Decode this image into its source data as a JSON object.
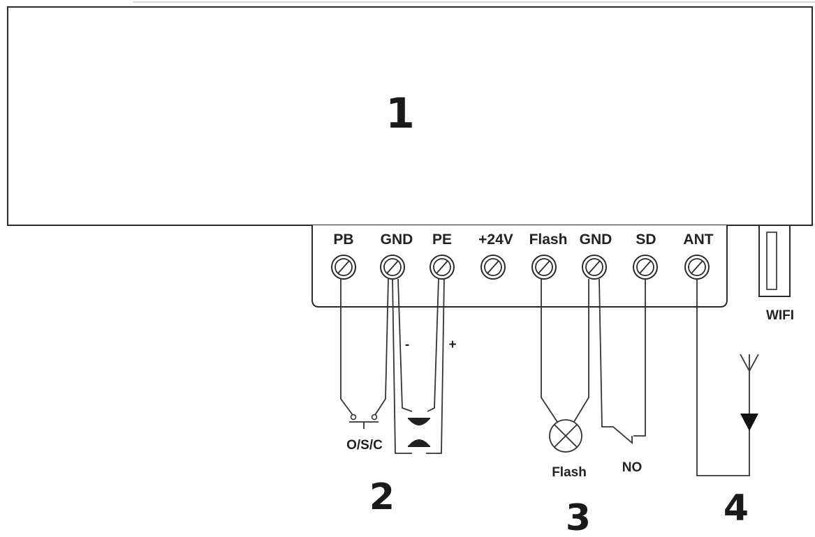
{
  "controller": {
    "label": "1"
  },
  "terminals": [
    {
      "id": "pb",
      "label": "PB"
    },
    {
      "id": "gnd1",
      "label": "GND"
    },
    {
      "id": "pe",
      "label": "PE"
    },
    {
      "id": "v24",
      "label": "+24V"
    },
    {
      "id": "flash",
      "label": "Flash"
    },
    {
      "id": "gnd2",
      "label": "GND"
    },
    {
      "id": "sd",
      "label": "SD"
    },
    {
      "id": "ant",
      "label": "ANT"
    }
  ],
  "wifi": {
    "label": "WIFI"
  },
  "groups": {
    "g2": {
      "number": "2",
      "switch_label": "O/S/C",
      "minus": "-",
      "plus": "+"
    },
    "g3": {
      "number": "3",
      "lamp_label": "Flash",
      "contact_label": "NO"
    },
    "g4": {
      "number": "4"
    }
  }
}
